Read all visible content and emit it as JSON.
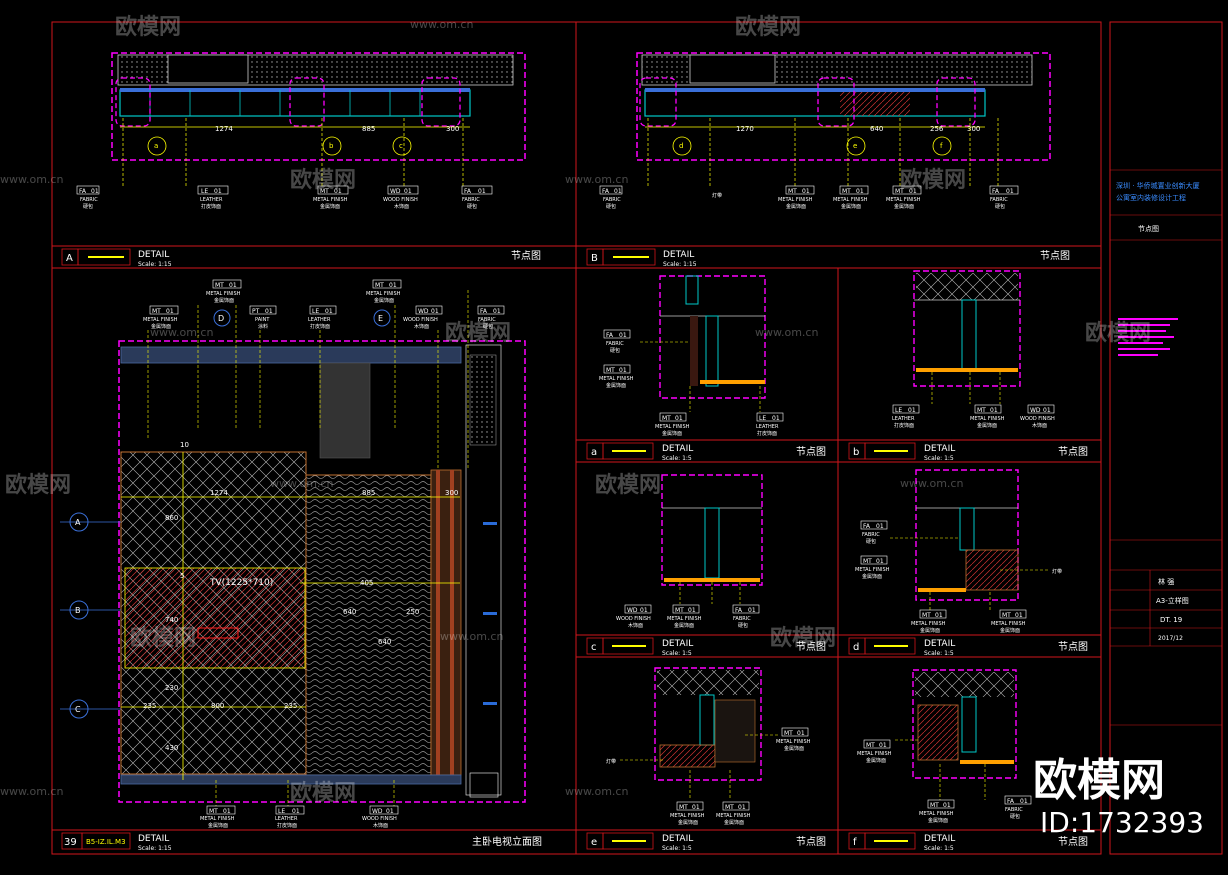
{
  "title_block": {
    "project_line1": "深圳 · 华侨城置业创新大厦",
    "project_line2": "公寓室内装修设计工程",
    "drawing_name": "节点图",
    "designer": "林 强",
    "sheet_name": "A3-立样图",
    "drawing_no": "DT. 19",
    "date": "2017/12"
  },
  "panels": {
    "A": {
      "letter": "A",
      "detail": "DETAIL",
      "scale": "Scale: 1:15",
      "name": "节点图"
    },
    "B": {
      "letter": "B",
      "detail": "DETAIL",
      "scale": "Scale: 1:15",
      "name": "节点图"
    },
    "main": {
      "letter": "39",
      "code": "B5-IZ.IL.M3",
      "detail": "DETAIL",
      "scale": "Scale: 1:15",
      "name": "主卧电视立面图"
    },
    "a": {
      "letter": "a",
      "detail": "DETAIL",
      "scale": "Scale: 1:5",
      "name": "节点图"
    },
    "b": {
      "letter": "b",
      "detail": "DETAIL",
      "scale": "Scale: 1:5",
      "name": "节点图"
    },
    "c": {
      "letter": "c",
      "detail": "DETAIL",
      "scale": "Scale: 1:5",
      "name": "节点图"
    },
    "d": {
      "letter": "d",
      "detail": "DETAIL",
      "scale": "Scale: 1:5",
      "name": "节点图"
    },
    "e": {
      "letter": "e",
      "detail": "DETAIL",
      "scale": "Scale: 1:5",
      "name": "节点图"
    },
    "f": {
      "letter": "f",
      "detail": "DETAIL",
      "scale": "Scale: 1:5",
      "name": "节点图"
    }
  },
  "tags": {
    "fa": {
      "code": "FA",
      "num": "01",
      "en": "FABRIC",
      "cn": "硬包"
    },
    "le": {
      "code": "LE",
      "num": "01",
      "en": "LEATHER",
      "cn": "打皮饰面"
    },
    "mt": {
      "code": "MT",
      "num": "01",
      "en": "METAL FINISH",
      "cn": "金属饰面"
    },
    "wd": {
      "code": "WD",
      "num": "01",
      "en": "WOOD FINISH",
      "cn": "木饰面"
    },
    "pt": {
      "code": "PT",
      "num": "01",
      "en": "PAINT",
      "cn": "涂料"
    }
  },
  "dimensions": {
    "a_top": [
      "1274",
      "885",
      "300"
    ],
    "b_top": [
      "1270",
      "640",
      "256",
      "300"
    ],
    "main_top": [
      "1274",
      "885",
      "300"
    ],
    "main_mid": [
      "405",
      "640",
      "250",
      "640"
    ],
    "main_low": [
      "235",
      "800",
      "235"
    ],
    "main_vert": [
      "10",
      "860",
      "5",
      "740",
      "230",
      "430"
    ]
  },
  "labels": {
    "tv": "TV(1225*710)",
    "section_A": "A",
    "section_B": "B",
    "section_C": "C",
    "section_D": "D",
    "section_E": "E",
    "detail_bubbles": [
      "a",
      "b",
      "c",
      "d",
      "e",
      "f"
    ],
    "note_cn": "灯带"
  },
  "watermark": {
    "brand": "欧模网",
    "url": "www.om.cn",
    "id_text": "ID:1732393"
  },
  "colors": {
    "frame": "#d0161b",
    "magenta": "#ff00ff",
    "yellow": "#ffff00",
    "cyan": "#00c8c8",
    "white": "#ffffff"
  }
}
